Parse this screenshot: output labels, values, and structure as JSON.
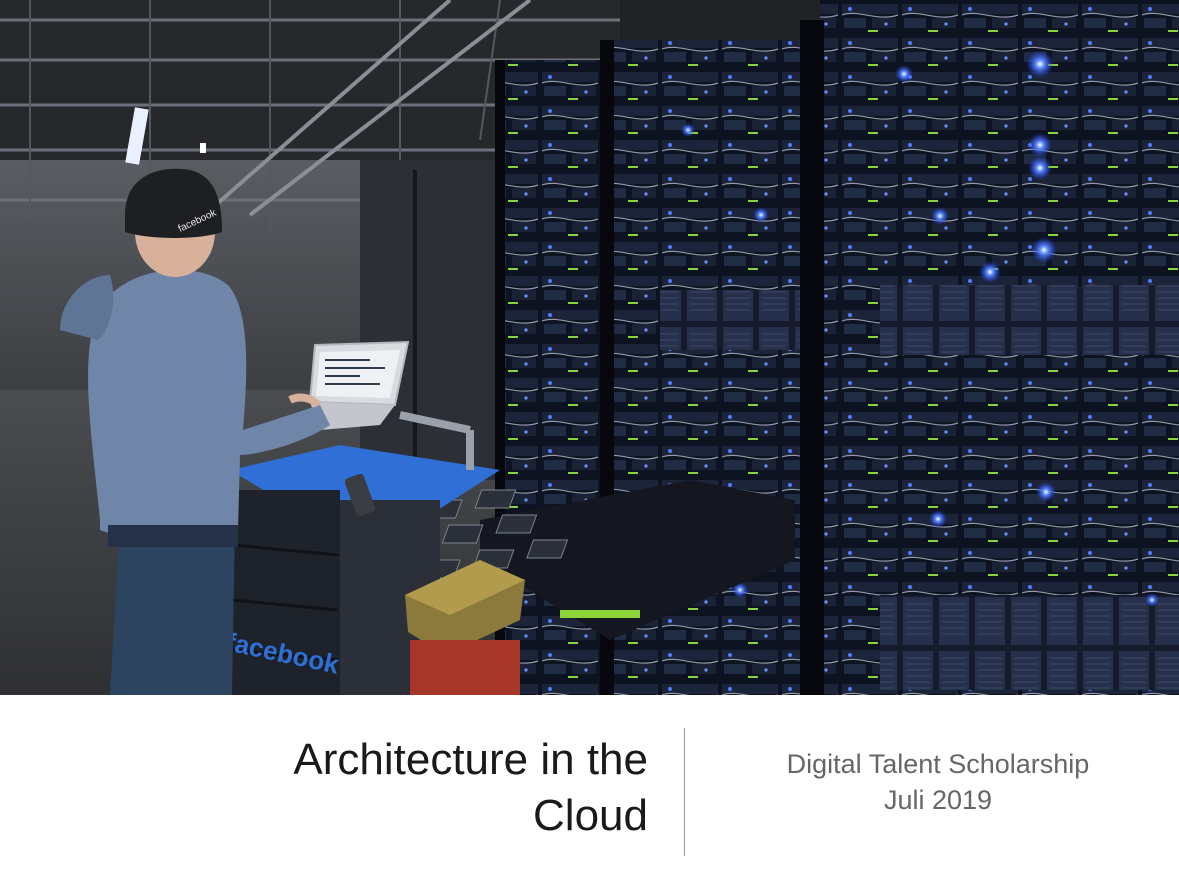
{
  "slide": {
    "title": "Architecture in the Cloud",
    "subtitle_line1": "Digital Talent Scholarship",
    "subtitle_line2": "Juli 2019"
  },
  "hero_image": {
    "subject": "technician with laptop in front of data center server racks",
    "beanie_text": "facebook",
    "cart_text": "facebook",
    "accent_colors": {
      "rack_led": "#3a6dff",
      "cable_green": "#8bd43a",
      "cart_blue": "#2f6fd6",
      "hoodie": "#6f86a8"
    }
  }
}
